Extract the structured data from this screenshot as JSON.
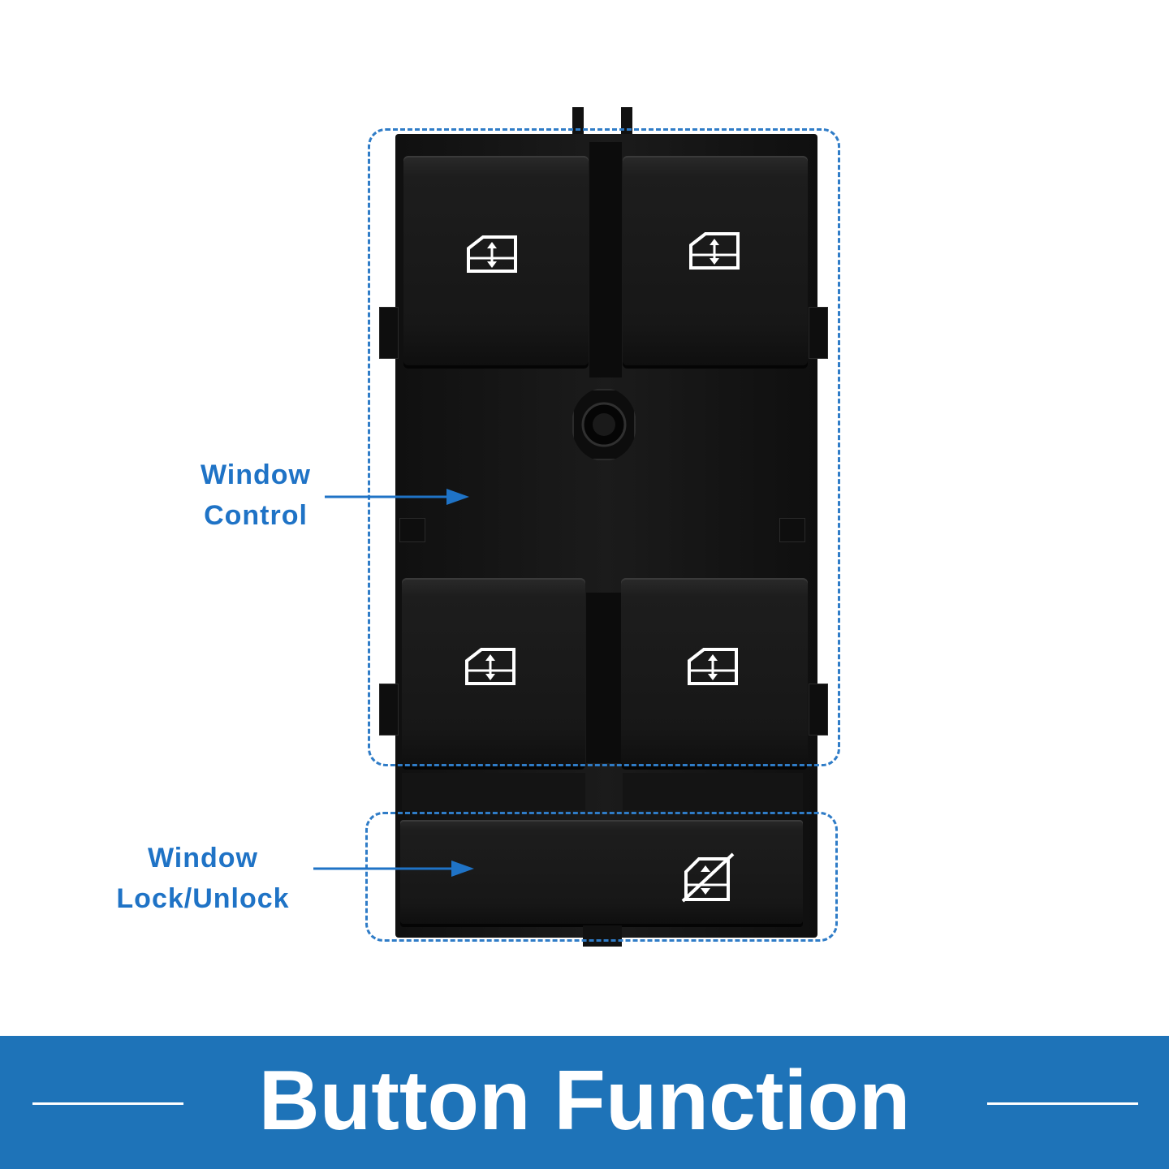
{
  "labels": {
    "window_control_line1": "Window",
    "window_control_line2": "Control",
    "lock_line1": "Window",
    "lock_line2": "Lock/Unlock"
  },
  "banner": {
    "title": "Button Function"
  },
  "colors": {
    "accent_blue": "#1f73c6",
    "banner_blue": "#1e73b8",
    "switch_body": "#151515"
  },
  "icons": {
    "window_button_icon": "window-up-down-icon",
    "lock_button_icon": "window-lock-icon"
  }
}
